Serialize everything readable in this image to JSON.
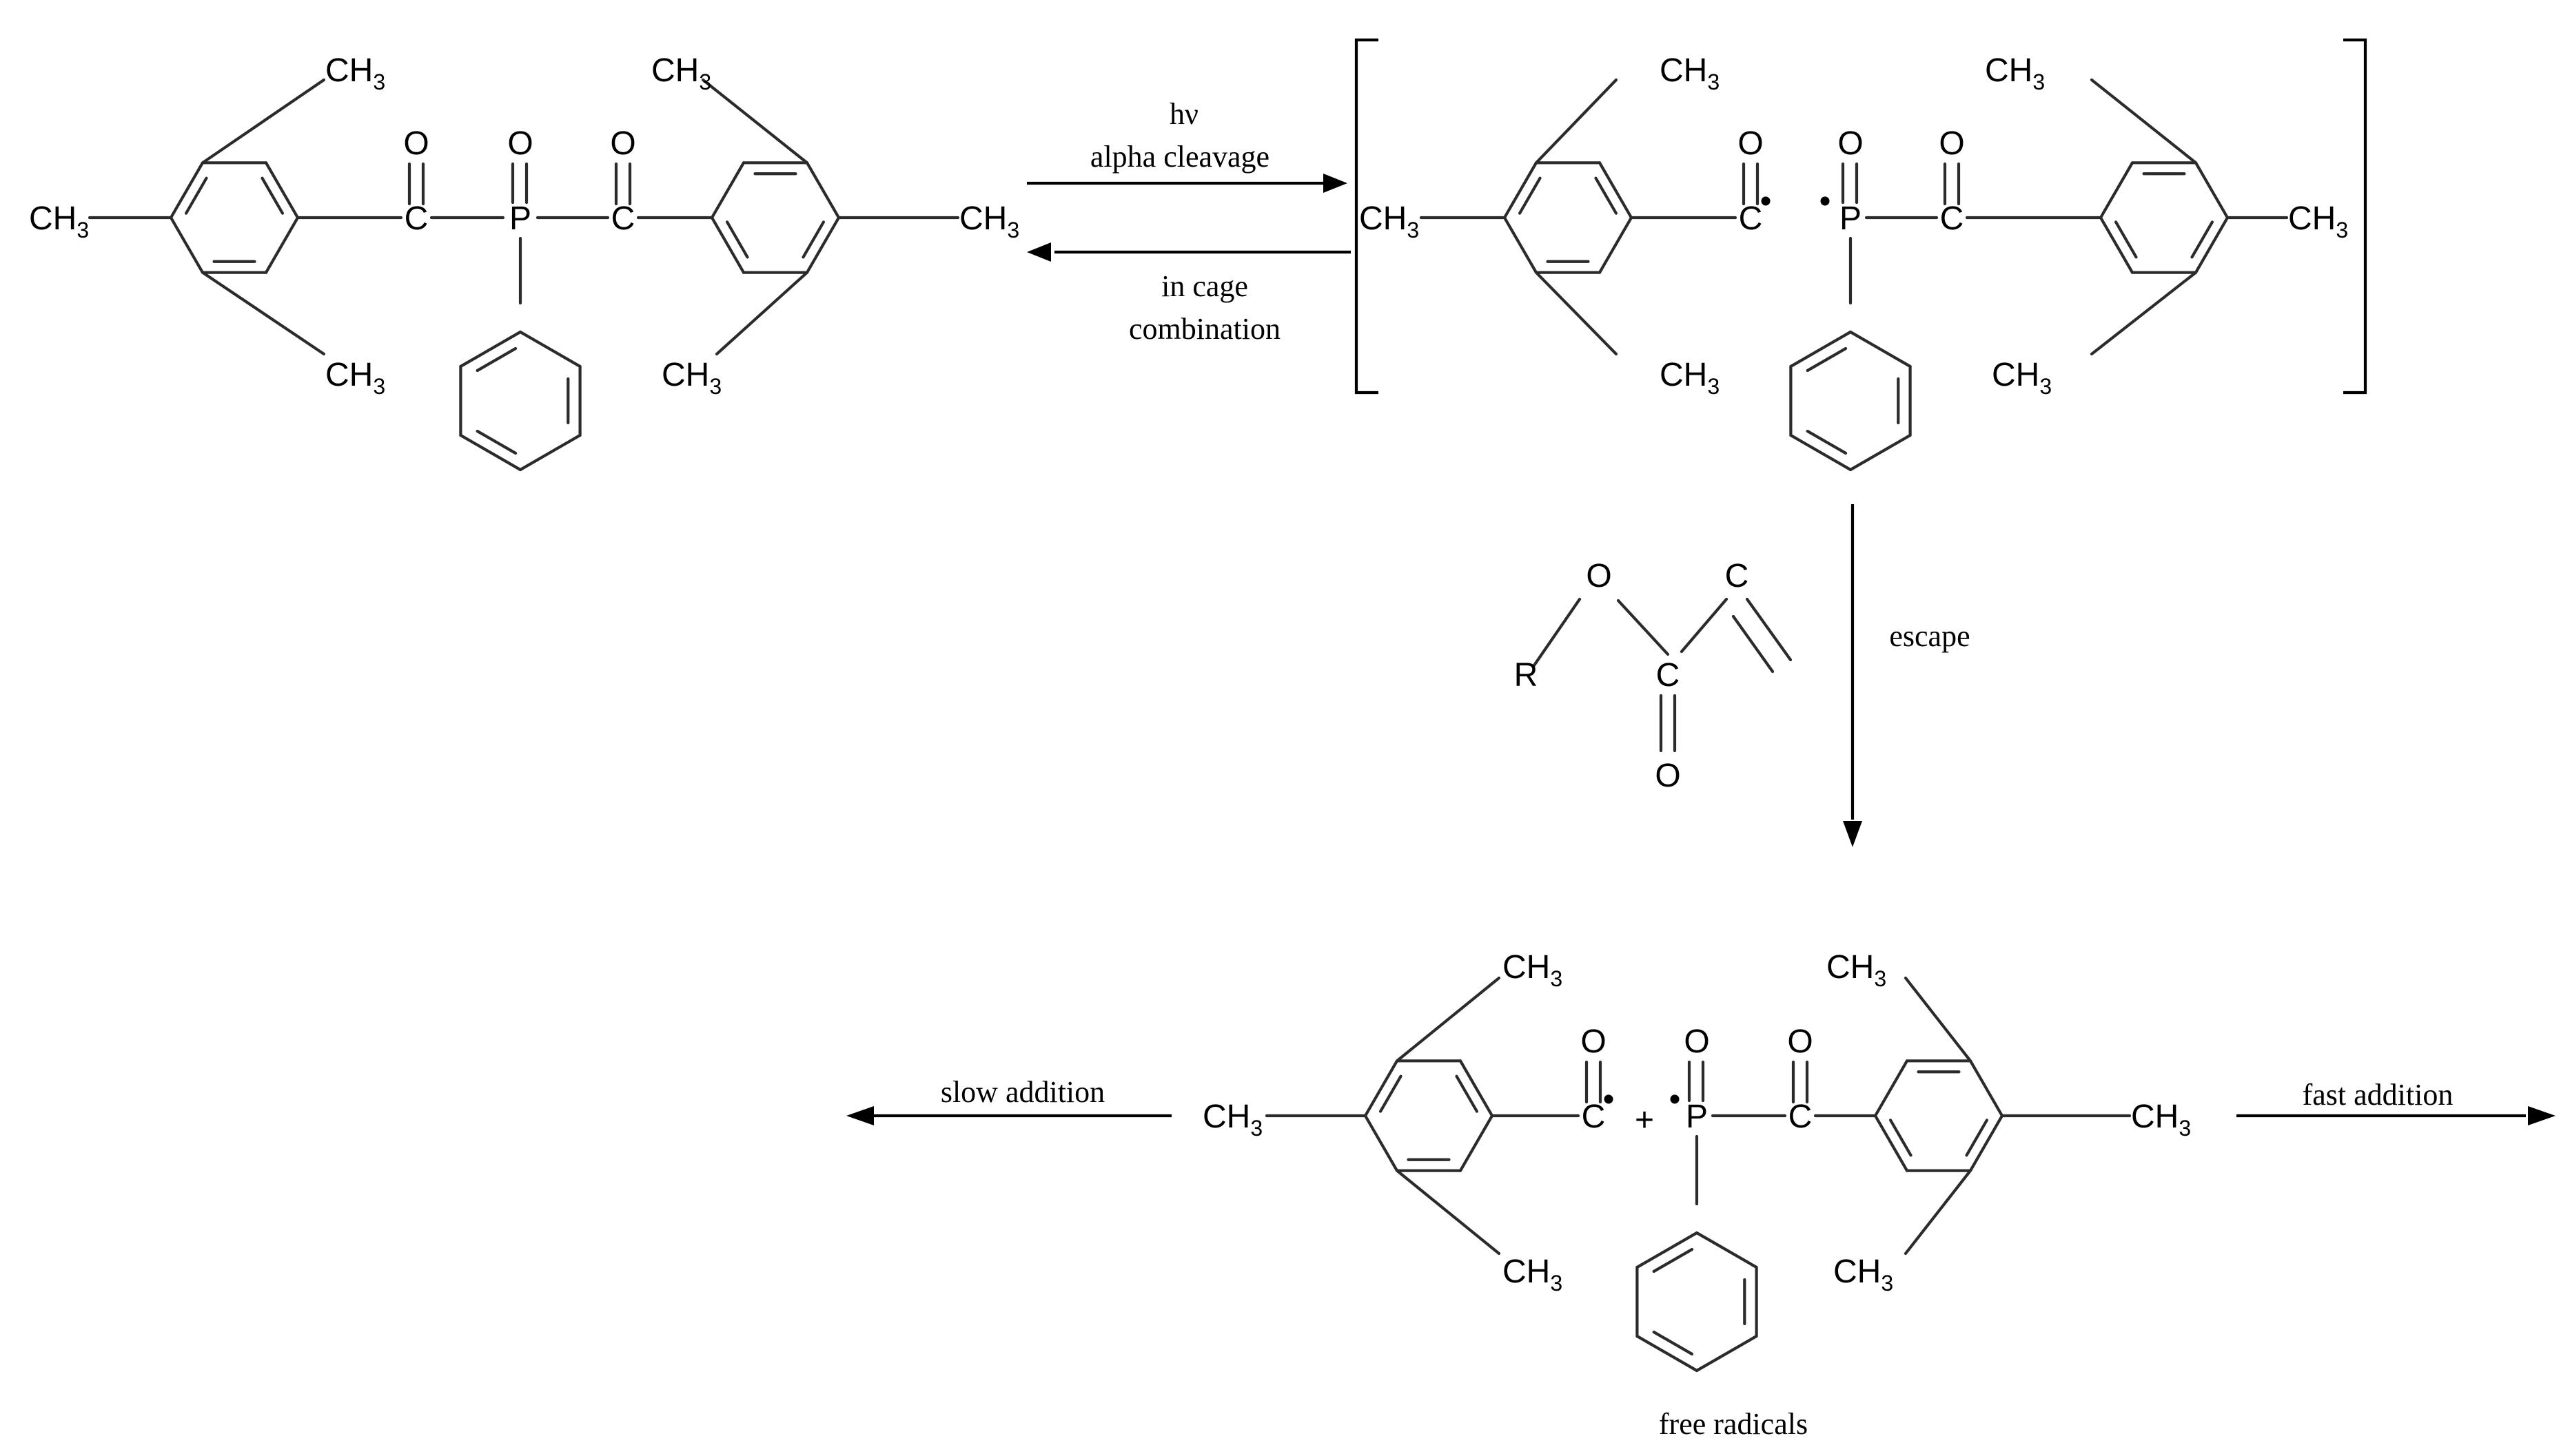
{
  "scheme": {
    "atoms": {
      "methyl": "CH",
      "methyl_sub": "3",
      "carbon": "C",
      "oxygen": "O",
      "phosphorus": "P",
      "r_group": "R",
      "radical_dot": "•",
      "plus": "+"
    },
    "arrows": {
      "forward_line1": "hν",
      "forward_line2": "alpha cleavage",
      "reverse_line1": "in cage",
      "reverse_line2": "combination",
      "escape": "escape",
      "slow": "slow addition",
      "fast": "fast addition"
    },
    "caption": "free radicals"
  }
}
